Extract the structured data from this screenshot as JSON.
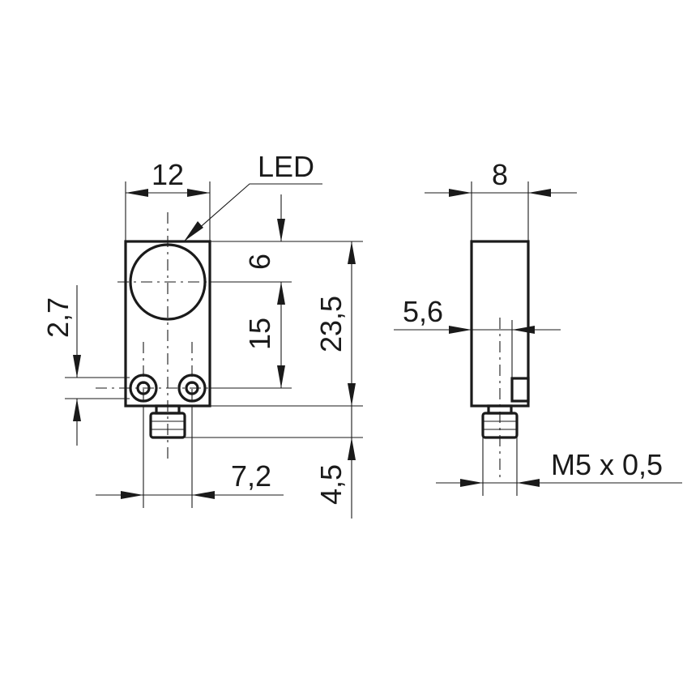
{
  "drawing": {
    "led_label": "LED",
    "front_view": {
      "width": "12",
      "led_offset": "6",
      "hole_to_led": "15",
      "total_height": "23,5",
      "hole_offset": "2,7",
      "connector_length": "4,5",
      "hole_spacing": "7,2"
    },
    "side_view": {
      "depth": "8",
      "connector_offset": "5,6",
      "thread": "M5 x 0,5"
    }
  }
}
